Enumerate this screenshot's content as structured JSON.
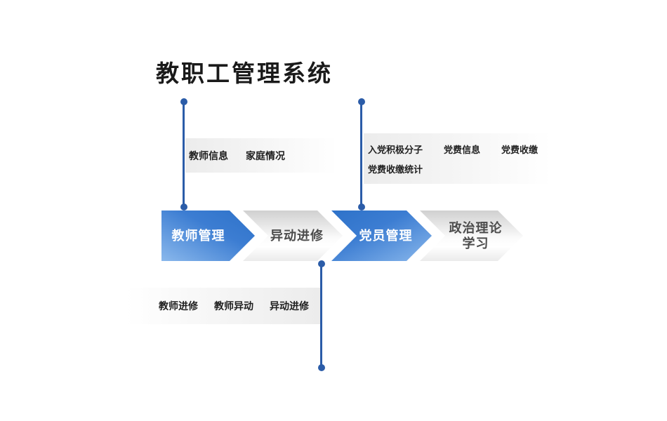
{
  "title": "教职工管理系统",
  "process_steps": [
    {
      "label": "教师管理",
      "variant": "blue"
    },
    {
      "label": "异动进修",
      "variant": "gray"
    },
    {
      "label": "党员管理",
      "variant": "blue"
    },
    {
      "line1": "政治理论",
      "line2": "学习",
      "variant": "gray"
    }
  ],
  "callouts": {
    "teacher_info": {
      "items": [
        "教师信息",
        "家庭情况"
      ]
    },
    "party": {
      "row1": [
        "入党积极分子",
        "党费信息",
        "党费收缴"
      ],
      "row2": [
        "党费收缴统计"
      ]
    },
    "transfer": {
      "items": [
        "教师进修",
        "教师异动",
        "异动进修"
      ]
    }
  },
  "colors": {
    "connector_blue": "#2b5ca8",
    "arrow_blue_start": "#2e72c9",
    "arrow_blue_end": "#8ab8ec",
    "gray_arrow_text": "#4c4c4c",
    "title_text": "#1a1a1a"
  }
}
